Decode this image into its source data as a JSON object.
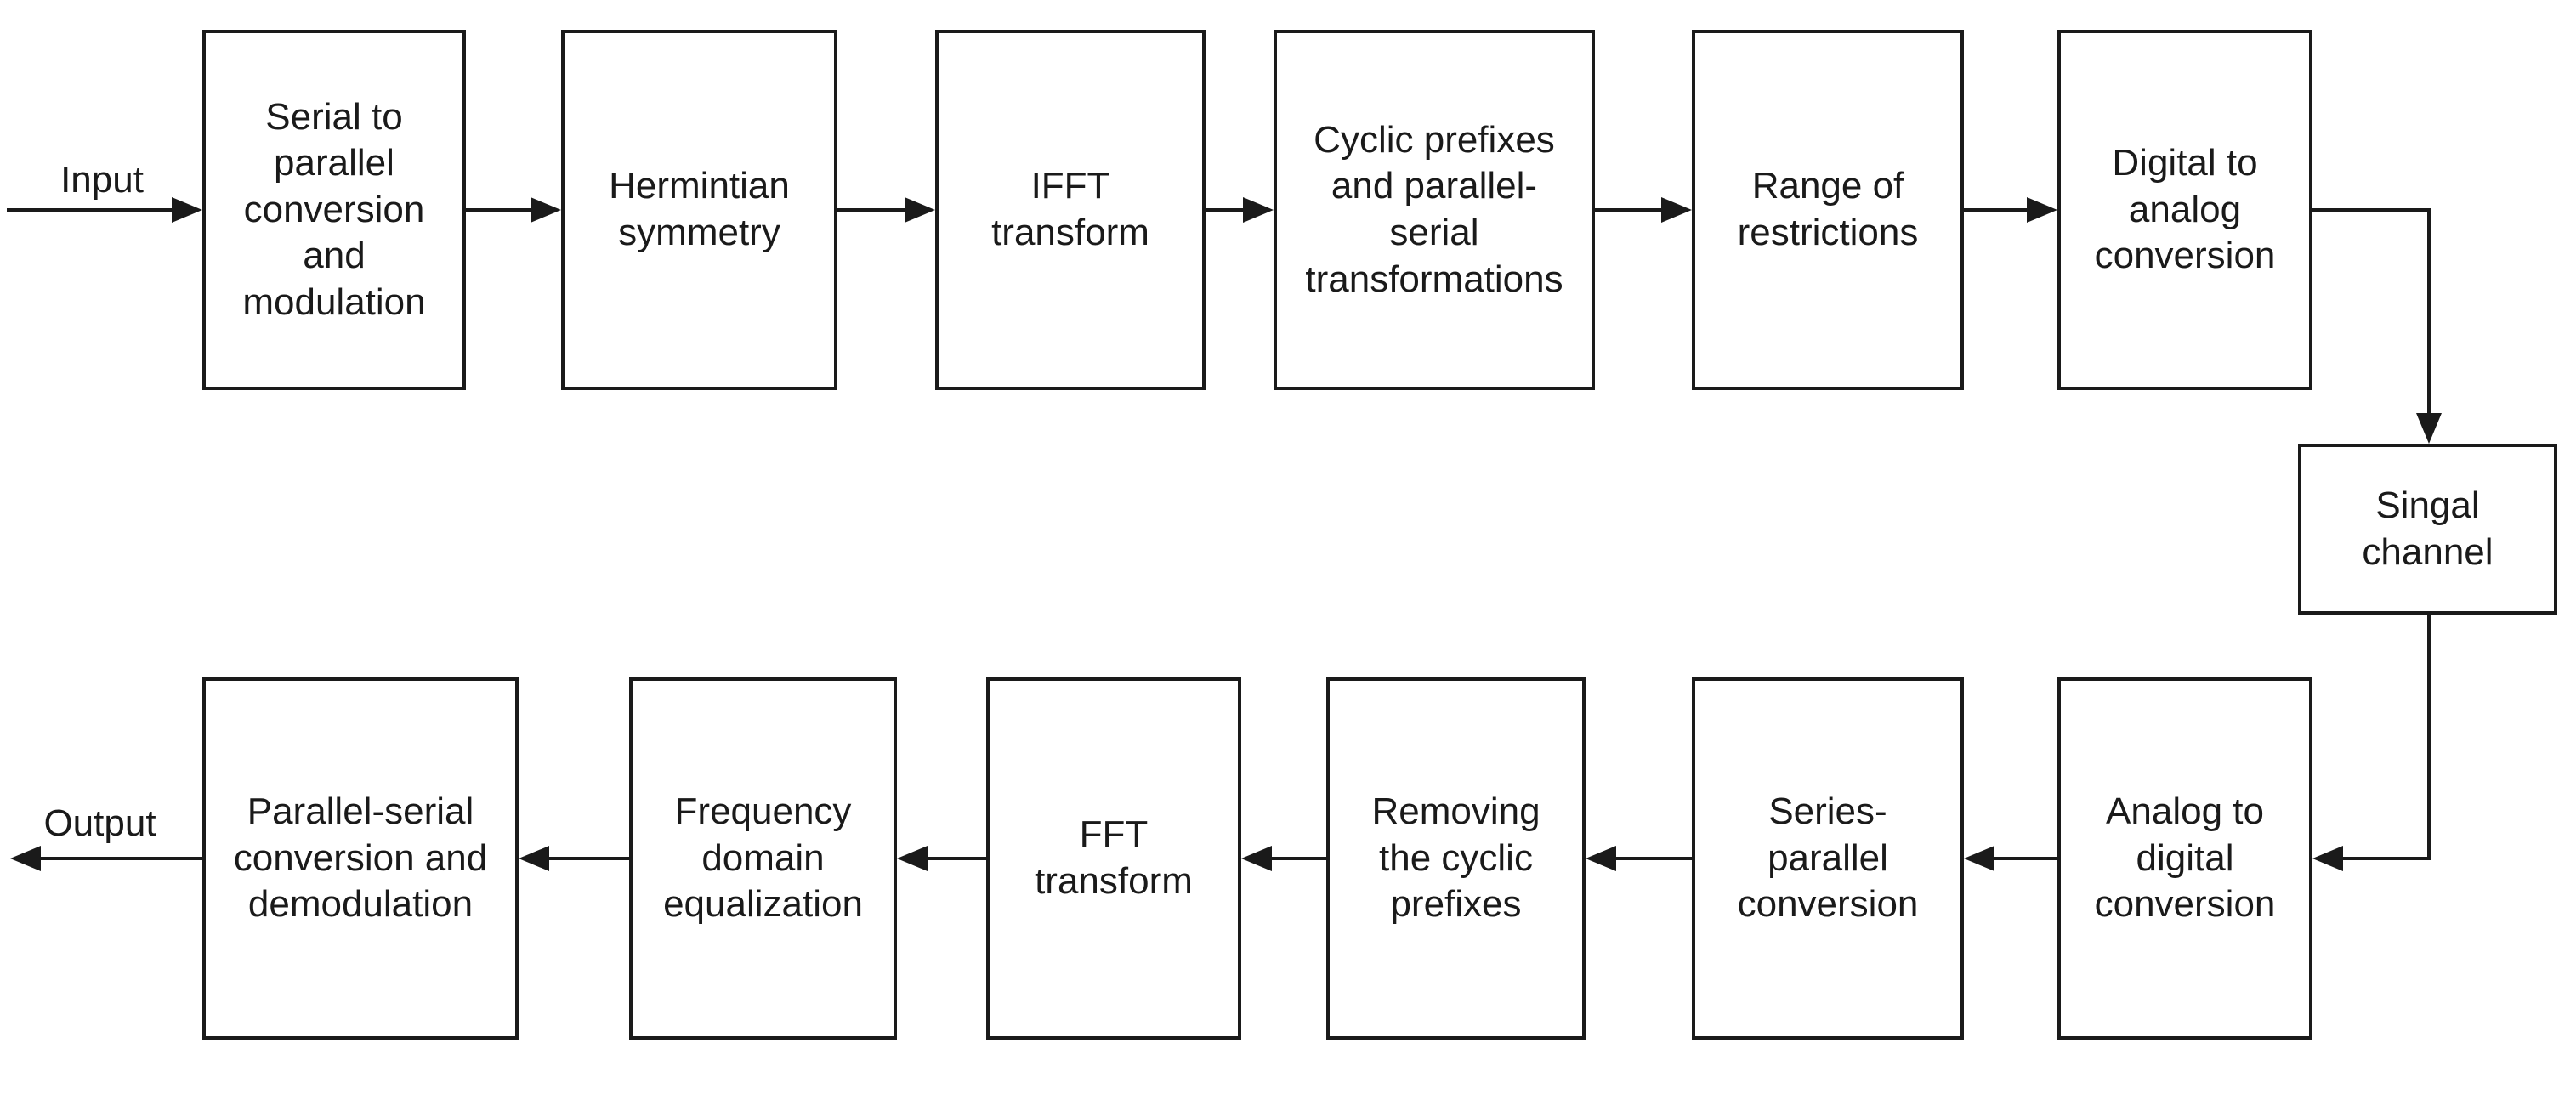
{
  "labels": {
    "input": "Input",
    "output": "Output"
  },
  "colors": {
    "line": "#1a1a1a",
    "background": "#ffffff"
  },
  "blocks": {
    "top_row": [
      {
        "label": "Serial to\nparallel\nconversion\nand\nmodulation"
      },
      {
        "label": "Hermintian\nsymmetry"
      },
      {
        "label": "IFFT\ntransform"
      },
      {
        "label": "Cyclic prefixes\nand parallel-\nserial\ntransformations"
      },
      {
        "label": "Range of\nrestrictions"
      },
      {
        "label": "Digital to\nanalog\nconversion"
      }
    ],
    "channel": {
      "label": "Singal\nchannel"
    },
    "bottom_row": [
      {
        "label": "Analog to\ndigital\nconversion"
      },
      {
        "label": "Series-\nparallel\nconversion"
      },
      {
        "label": "Removing\nthe cyclic\nprefixes"
      },
      {
        "label": "FFT\ntransform"
      },
      {
        "label": "Frequency\ndomain\nequalization"
      },
      {
        "label": "Parallel-serial\nconversion and\ndemodulation"
      }
    ]
  }
}
